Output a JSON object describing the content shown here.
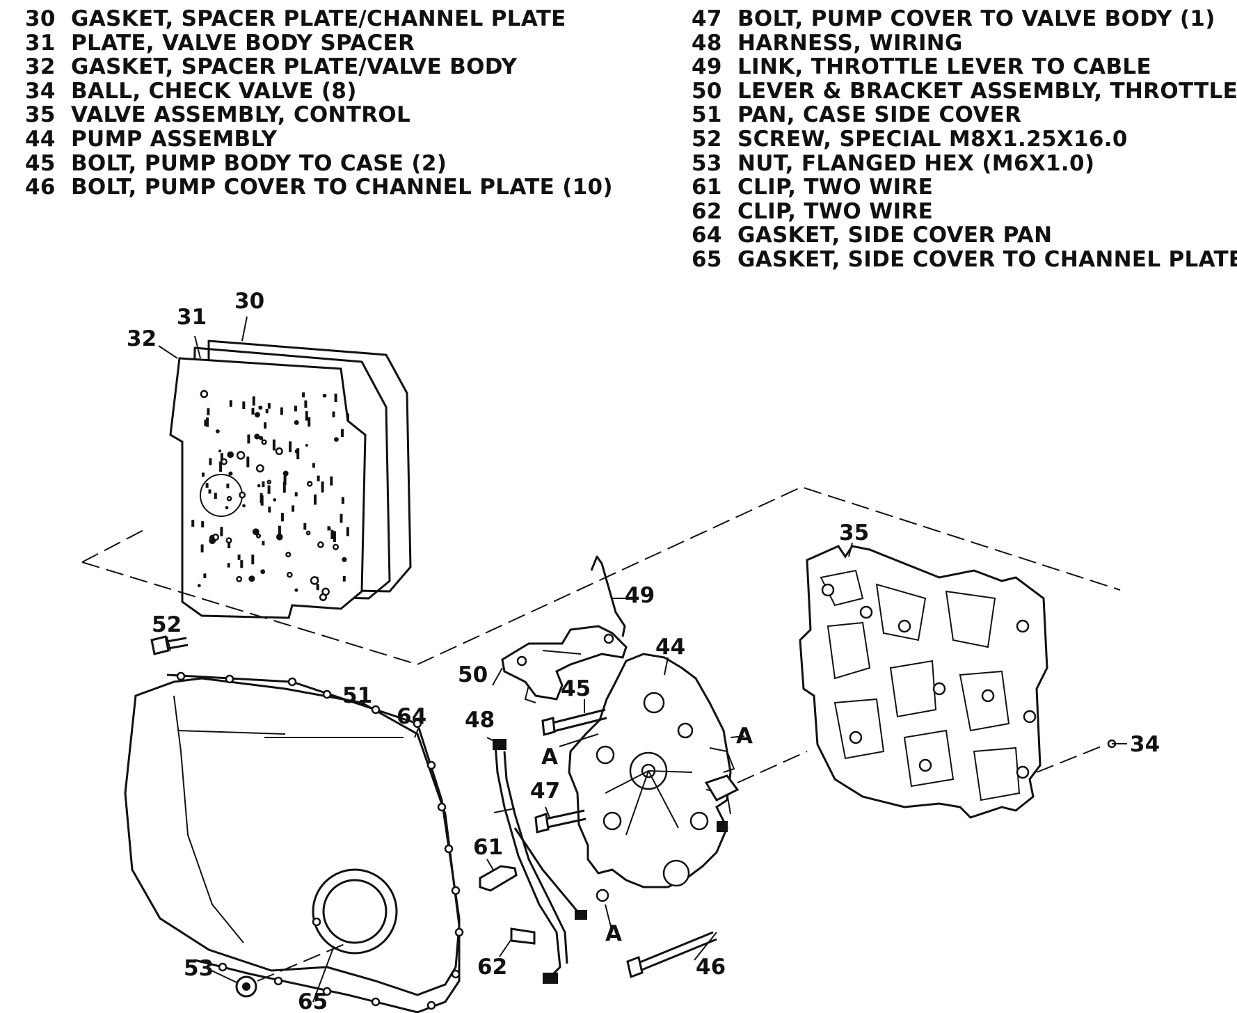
{
  "legend": {
    "left": [
      {
        "num": "30",
        "text": "GASKET, SPACER PLATE/CHANNEL PLATE"
      },
      {
        "num": "31",
        "text": "PLATE, VALVE BODY SPACER"
      },
      {
        "num": "32",
        "text": "GASKET, SPACER PLATE/VALVE BODY"
      },
      {
        "num": "34",
        "text": "BALL, CHECK VALVE (8)"
      },
      {
        "num": "35",
        "text": "VALVE ASSEMBLY, CONTROL"
      },
      {
        "num": "44",
        "text": "PUMP ASSEMBLY"
      },
      {
        "num": "45",
        "text": "BOLT, PUMP BODY TO CASE (2)"
      },
      {
        "num": "46",
        "text": "BOLT, PUMP COVER TO CHANNEL PLATE (10)"
      }
    ],
    "right": [
      {
        "num": "47",
        "text": "BOLT, PUMP COVER TO VALVE BODY (1)"
      },
      {
        "num": "48",
        "text": "HARNESS, WIRING"
      },
      {
        "num": "49",
        "text": "LINK, THROTTLE LEVER TO CABLE"
      },
      {
        "num": "50",
        "text": "LEVER & BRACKET ASSEMBLY, THROTTLE"
      },
      {
        "num": "51",
        "text": "PAN, CASE SIDE COVER"
      },
      {
        "num": "52",
        "text": "SCREW, SPECIAL M8X1.25X16.0"
      },
      {
        "num": "53",
        "text": "NUT, FLANGED HEX (M6X1.0)"
      },
      {
        "num": "61",
        "text": "CLIP, TWO WIRE"
      },
      {
        "num": "62",
        "text": "CLIP, TWO WIRE"
      },
      {
        "num": "64",
        "text": "GASKET, SIDE COVER PAN"
      },
      {
        "num": "65",
        "text": "GASKET, SIDE COVER TO CHANNEL PLATE"
      }
    ]
  },
  "callouts": {
    "c30": "30",
    "c31": "31",
    "c32": "32",
    "c34": "34",
    "c35": "35",
    "c44": "44",
    "c45": "45",
    "c46": "46",
    "c47": "47",
    "c48": "48",
    "c49": "49",
    "c50": "50",
    "c51": "51",
    "c52": "52",
    "c53": "53",
    "c61": "61",
    "c62": "62",
    "c64": "64",
    "c65": "65",
    "a1": "A",
    "a2": "A",
    "a3": "A"
  }
}
